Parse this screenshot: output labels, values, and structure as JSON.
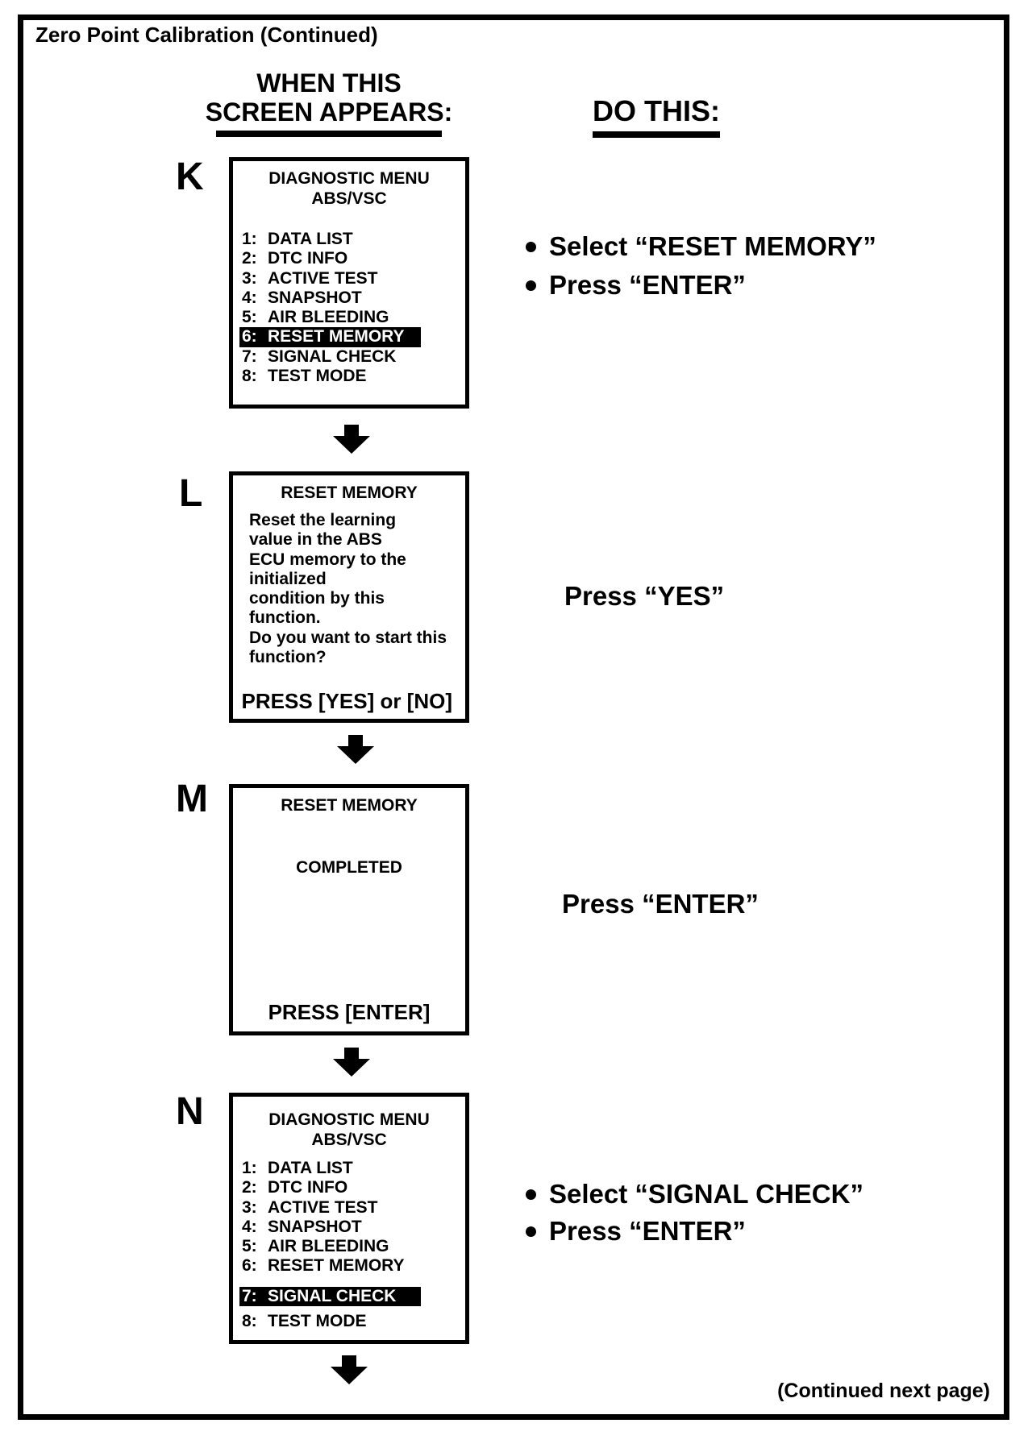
{
  "colors": {
    "ink": "#000000",
    "paper": "#ffffff",
    "highlight_bg": "#000000",
    "highlight_text": "#ffffff"
  },
  "page": {
    "title": "Zero Point Calibration (Continued)",
    "continued": "(Continued next page)"
  },
  "headings": {
    "when_line1": "WHEN THIS",
    "when_line2": "SCREEN APPEARS:",
    "do_this": "DO THIS:"
  },
  "screens": {
    "k": {
      "letter": "K",
      "title_lines": [
        "DIAGNOSTIC MENU",
        "ABS/VSC"
      ],
      "items": [
        {
          "num": "1:",
          "label": "DATA LIST"
        },
        {
          "num": "2:",
          "label": "DTC INFO"
        },
        {
          "num": "3:",
          "label": "ACTIVE TEST"
        },
        {
          "num": "4:",
          "label": "SNAPSHOT"
        },
        {
          "num": "5:",
          "label": "AIR BLEEDING"
        },
        {
          "num": "6:",
          "label": "RESET MEMORY",
          "highlighted": true
        },
        {
          "num": "7:",
          "label": "SIGNAL CHECK"
        },
        {
          "num": "8:",
          "label": "TEST MODE"
        }
      ]
    },
    "l": {
      "letter": "L",
      "title": "RESET MEMORY",
      "body_lines": [
        "Reset the learning",
        "value in the ABS",
        "ECU memory to the",
        "initialized",
        "condition by this",
        "function.",
        "Do you want to start this",
        "function?"
      ],
      "footer": "PRESS [YES] or [NO]"
    },
    "m": {
      "letter": "M",
      "title": "RESET MEMORY",
      "center": "COMPLETED",
      "footer": "PRESS [ENTER]"
    },
    "n": {
      "letter": "N",
      "title_lines": [
        "DIAGNOSTIC MENU",
        "ABS/VSC"
      ],
      "items": [
        {
          "num": "1:",
          "label": "DATA LIST"
        },
        {
          "num": "2:",
          "label": "DTC INFO"
        },
        {
          "num": "3:",
          "label": "ACTIVE TEST"
        },
        {
          "num": "4:",
          "label": "SNAPSHOT"
        },
        {
          "num": "5:",
          "label": "AIR BLEEDING"
        },
        {
          "num": "6:",
          "label": "RESET MEMORY"
        },
        {
          "num": "7:",
          "label": "SIGNAL CHECK",
          "highlighted": true
        },
        {
          "num": "8:",
          "label": "TEST MODE"
        }
      ]
    }
  },
  "instructions": {
    "k": [
      "Select “RESET MEMORY”",
      "Press “ENTER”"
    ],
    "l": "Press “YES”",
    "m": "Press “ENTER”",
    "n": [
      "Select “SIGNAL CHECK”",
      "Press “ENTER”"
    ]
  }
}
